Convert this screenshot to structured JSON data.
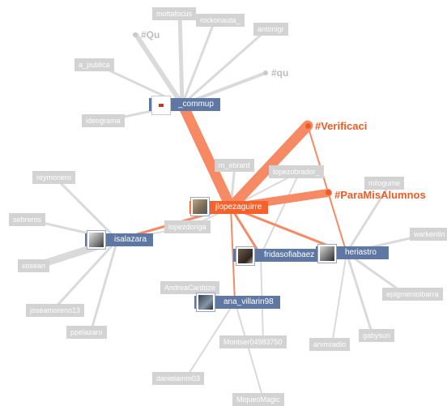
{
  "colors": {
    "accent": "#f15a22",
    "user_node": "#5e78a3",
    "secondary_node": "#d3d3d3",
    "edge_gray": "#d8d8d8",
    "edge_accent": "#f47f57"
  },
  "main_nodes": {
    "commup": "_commup",
    "jlopezaguirre": "jlopezaguirre",
    "isalazara": "isalazara",
    "fridasofiabaez": "fridasofiabaez",
    "heriastro": "heriastro",
    "ana_villarin98": "ana_villarin98"
  },
  "hashtags": {
    "verificaci": "#Verificaci",
    "paramisalumnos": "#ParaMisAlumnos",
    "qu_upper": "#Qu",
    "qu_lower": "#qu"
  },
  "secondary_nodes": {
    "mottafocus": "mottafocus",
    "rockonauta": "rockonauta_",
    "antonigr": "antonigr",
    "a_publica": "a_publica",
    "ideograma": "ideograma",
    "m_ebrard": "m_ebrard",
    "lopezobrador": "lopezobrador_",
    "reymonero": "reymonero",
    "sebreros": "sebreros",
    "xosean": "xosean",
    "joseamoreno13": "joseamoreno13",
    "ppelazaro": "ppelazaro",
    "lopezdoriga": "lopezdoriga",
    "andreacardoze": "AndreaCardoze",
    "milogume": "milogume",
    "warkentin": "warkentin",
    "epigmenio": "epigmenioibarra",
    "gabysun": "gabysun",
    "arvmradio": "arvmradio",
    "montser": "Montser04983750",
    "danielamm": "danielamm03",
    "miqueomagic": "MiqueoMagic"
  }
}
